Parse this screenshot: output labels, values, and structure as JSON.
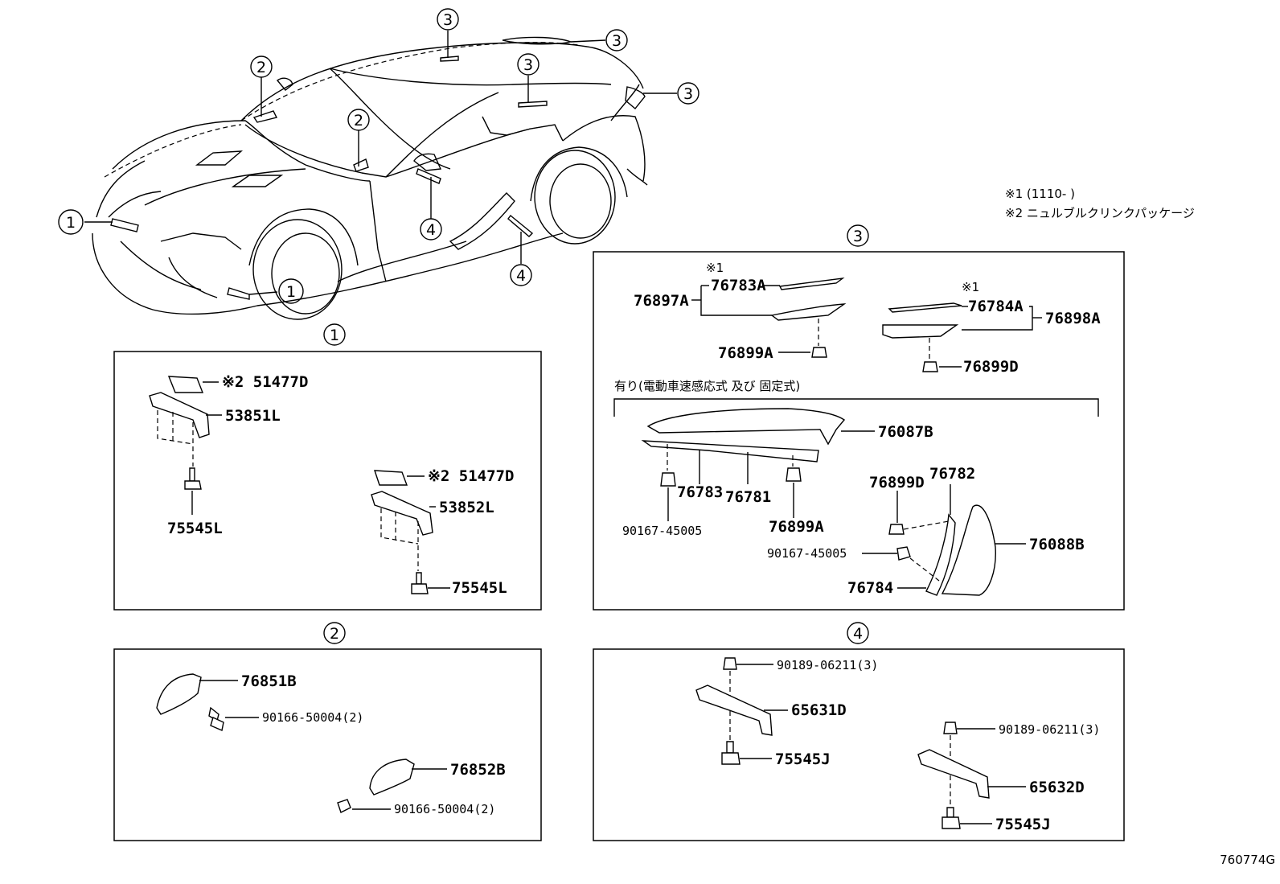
{
  "callouts": {
    "c1": "1",
    "c2": "2",
    "c3": "3",
    "c4": "4"
  },
  "notes": {
    "note1": "※1 (1110-        )",
    "note2": "※2 ニュルブルクリンクパッケージ"
  },
  "section3": {
    "sub_header": "有り(電動車速感応式 及び 固定式)",
    "mark1a": "※1",
    "mark1b": "※1"
  },
  "parts": {
    "s1_51477D_a": "※2 51477D",
    "s1_53851L": "53851L",
    "s1_75545L_a": "75545L",
    "s1_51477D_b": "※2 51477D",
    "s1_53852L": "53852L",
    "s1_75545L_b": "75545L",
    "s2_76851B": "76851B",
    "s2_90166_a": "90166-50004(2)",
    "s2_76852B": "76852B",
    "s2_90166_b": "90166-50004(2)",
    "s3_76783A": "76783A",
    "s3_76897A": "76897A",
    "s3_76899A_a": "76899A",
    "s3_76784A": "76784A",
    "s3_76898A": "76898A",
    "s3_76899D_a": "76899D",
    "s3_76087B": "76087B",
    "s3_76783": "76783",
    "s3_76781": "76781",
    "s3_90167_a": "90167-45005",
    "s3_76899A_b": "76899A",
    "s3_76899D_b": "76899D",
    "s3_76782": "76782",
    "s3_90167_b": "90167-45005",
    "s3_76088B": "76088B",
    "s3_76784": "76784",
    "s4_90189_a": "90189-06211(3)",
    "s4_65631D": "65631D",
    "s4_75545J_a": "75545J",
    "s4_90189_b": "90189-06211(3)",
    "s4_65632D": "65632D",
    "s4_75545J_b": "75545J"
  },
  "diagram_id": "760774G"
}
